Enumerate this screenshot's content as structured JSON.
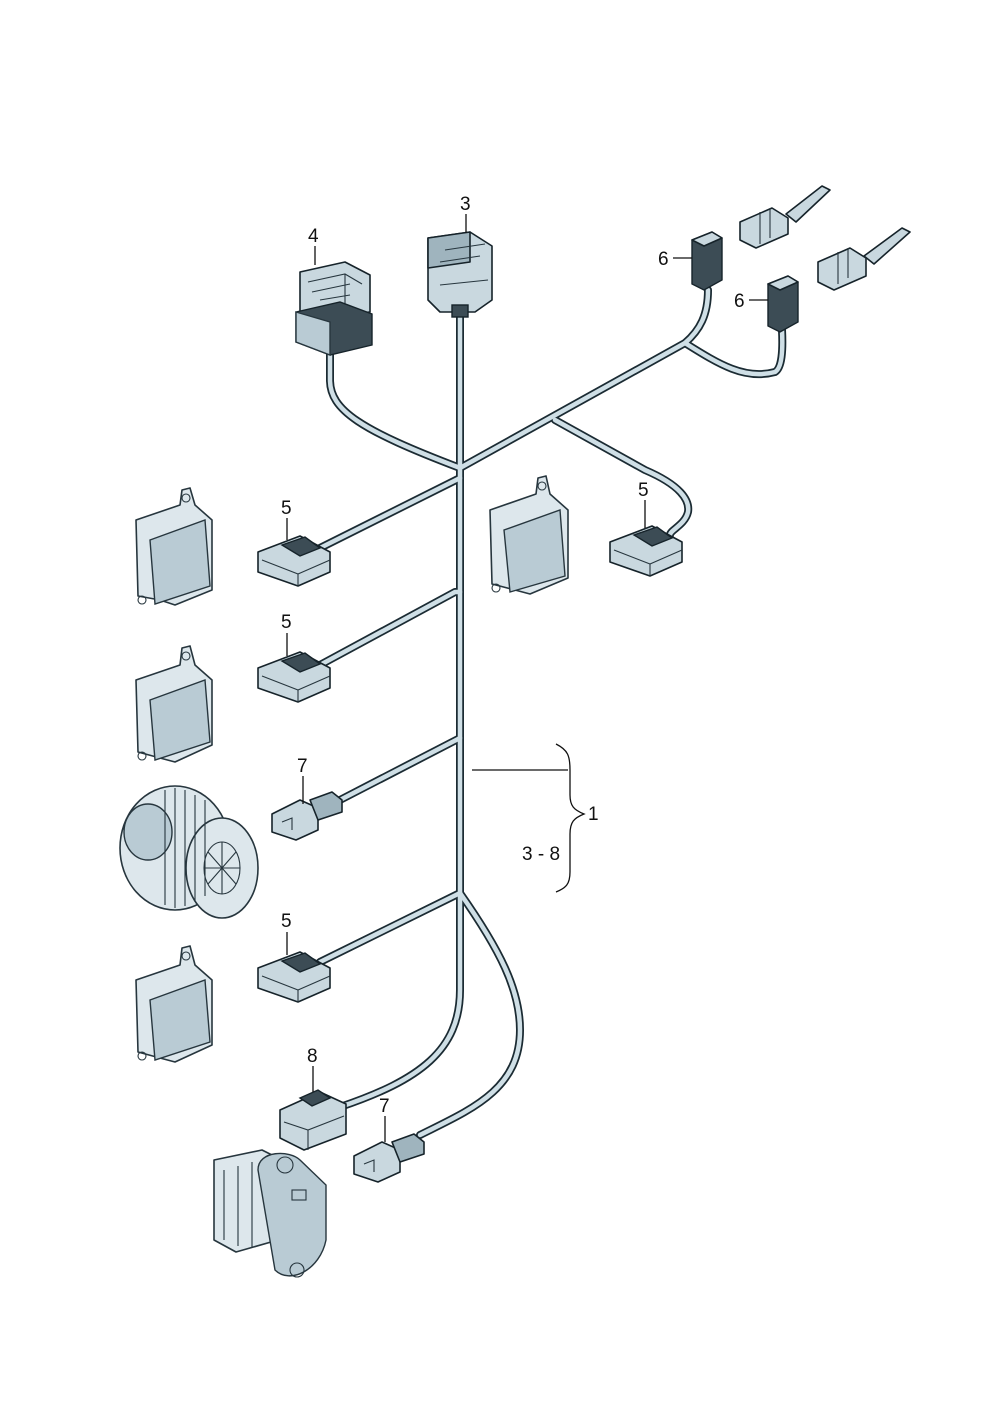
{
  "diagram": {
    "callouts": [
      {
        "id": "c3",
        "label": "3"
      },
      {
        "id": "c4",
        "label": "4"
      },
      {
        "id": "c6a",
        "label": "6"
      },
      {
        "id": "c6b",
        "label": "6"
      },
      {
        "id": "c5a",
        "label": "5"
      },
      {
        "id": "c5b",
        "label": "5"
      },
      {
        "id": "c5c",
        "label": "5"
      },
      {
        "id": "c5d",
        "label": "5"
      },
      {
        "id": "c7a",
        "label": "7"
      },
      {
        "id": "c7b",
        "label": "7"
      },
      {
        "id": "c8",
        "label": "8"
      },
      {
        "id": "c1",
        "label": "1"
      },
      {
        "id": "crange",
        "label": "3 - 8"
      }
    ]
  }
}
